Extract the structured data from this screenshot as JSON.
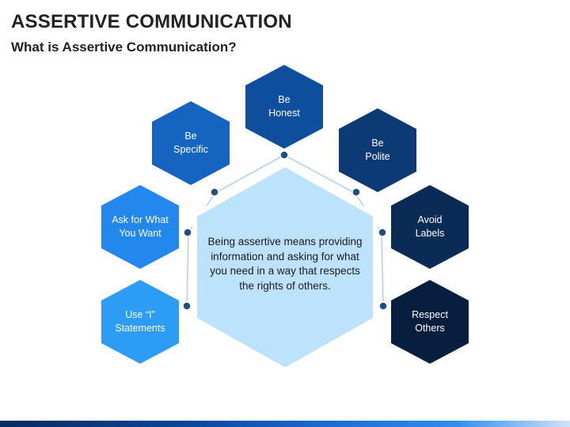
{
  "title": "ASSERTIVE COMMUNICATION",
  "subtitle": "What is Assertive Communication?",
  "center": {
    "text": "Being assertive means providing information and asking for what you need in a way that respects the rights of others."
  },
  "nodes": [
    {
      "id": "specific",
      "label": "Be\nSpecific",
      "color": "#1565c0"
    },
    {
      "id": "honest",
      "label": "Be\nHonest",
      "color": "#0d4f9c"
    },
    {
      "id": "polite",
      "label": "Be\nPolite",
      "color": "#0c3a75"
    },
    {
      "id": "ask",
      "label": "Ask for What\nYou Want",
      "color": "#2288ee"
    },
    {
      "id": "labels",
      "label": "Avoid\nLabels",
      "color": "#0b2b57"
    },
    {
      "id": "istatements",
      "label": "Use “I”\nStatements",
      "color": "#2c9cf5"
    },
    {
      "id": "respect",
      "label": "Respect\nOthers",
      "color": "#071e3f"
    }
  ],
  "colors": {
    "center_fill": "#bde3fc",
    "center_stroke": "#ffffff",
    "connector": "#aed4f2",
    "dot": "#1f4e84"
  }
}
